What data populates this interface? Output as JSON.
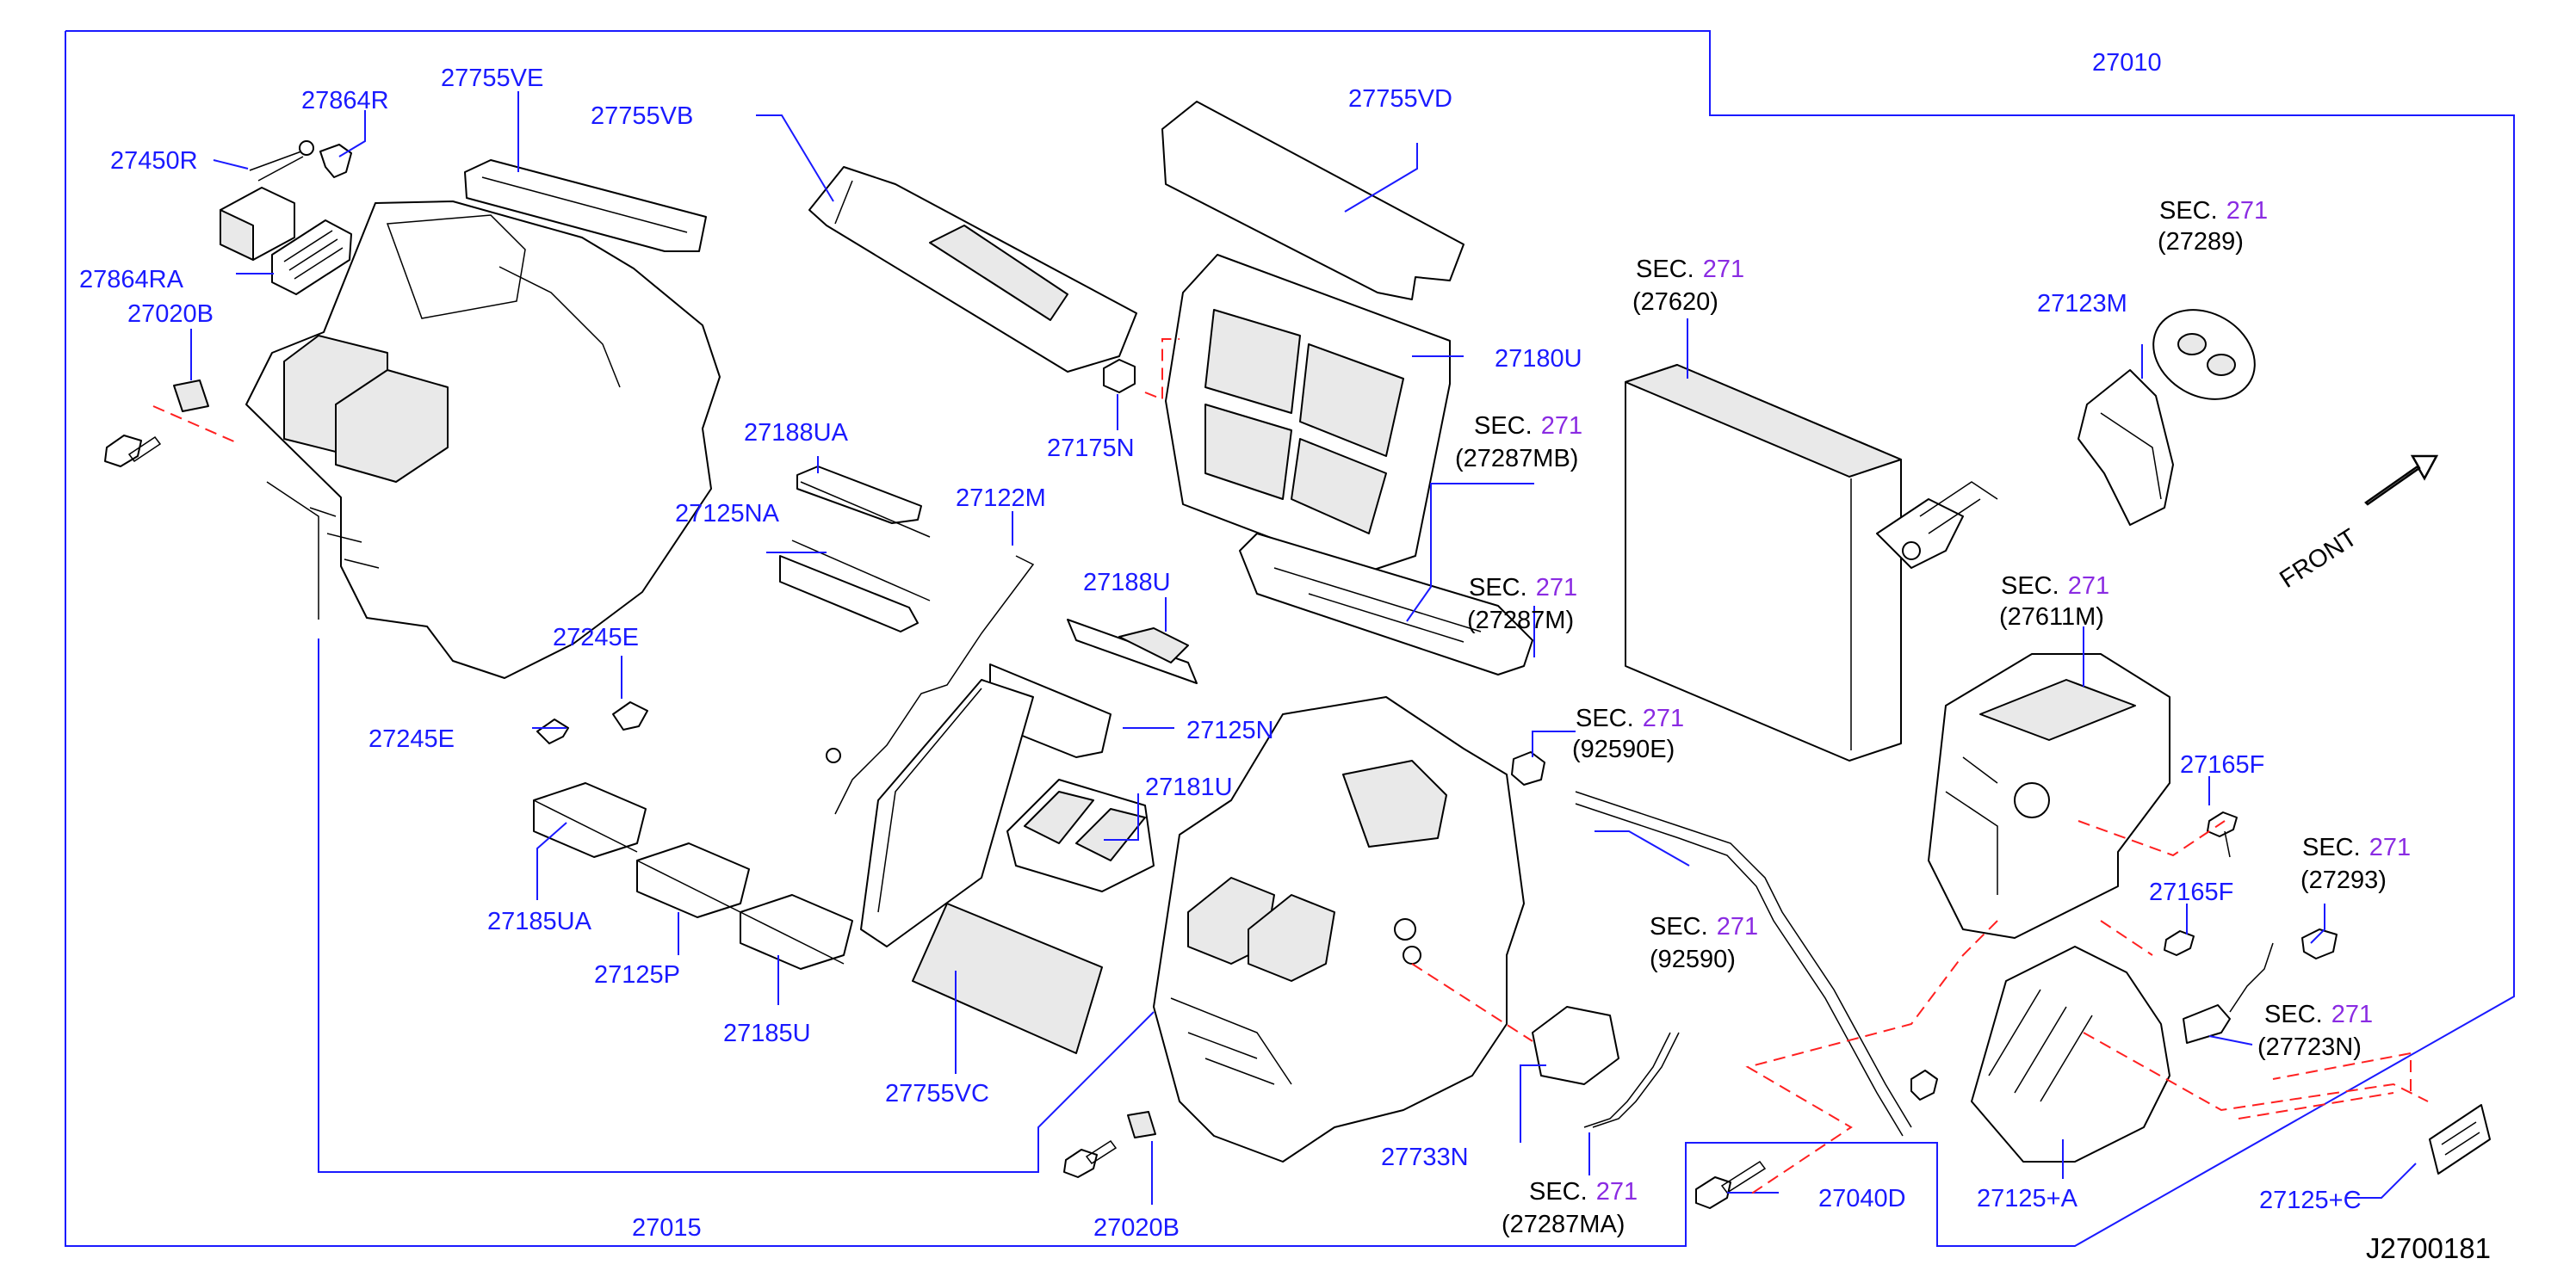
{
  "diagram": {
    "drawing_code": "J2700181",
    "front_label": "FRONT",
    "sec_prefix": "SEC.",
    "sec_number": "271",
    "colors": {
      "part_number": "#1a1aff",
      "sec_number": "#8a2be2",
      "leader_line": "#1a1aff",
      "dashed_line": "#ff2020"
    },
    "labels": {
      "p27010": "27010",
      "p27015": "27015",
      "p27755VE": "27755VE",
      "p27864R": "27864R",
      "p27450R": "27450R",
      "p27864RA": "27864RA",
      "p27020B_top": "27020B",
      "p27755VB": "27755VB",
      "p27755VD": "27755VD",
      "p27180U": "27180U",
      "p27175N": "27175N",
      "p27188UA": "27188UA",
      "p27125NA": "27125NA",
      "p27122M": "27122M",
      "p27188U": "27188U",
      "p27245E_a": "27245E",
      "p27245E_b": "27245E",
      "p27125N": "27125N",
      "p27181U": "27181U",
      "p27185UA": "27185UA",
      "p27125P": "27125P",
      "p27185U": "27185U",
      "p27755VC": "27755VC",
      "p27020B_bot": "27020B",
      "p27733N": "27733N",
      "p27040D": "27040D",
      "p27123M": "27123M",
      "p27165F_a": "27165F",
      "p27165F_b": "27165F",
      "p27125A": "27125+A",
      "p27125C": "27125+C"
    },
    "sec_refs": {
      "s27620": "(27620)",
      "s27289": "(27289)",
      "s27287MB": "(27287MB)",
      "s27287M": "(27287M)",
      "s27611M": "(27611M)",
      "s92590E": "(92590E)",
      "s92590": "(92590)",
      "s27293": "(27293)",
      "s27723N": "(27723N)",
      "s27287MA": "(27287MA)"
    },
    "icons": [
      "front-arrow-icon"
    ]
  }
}
